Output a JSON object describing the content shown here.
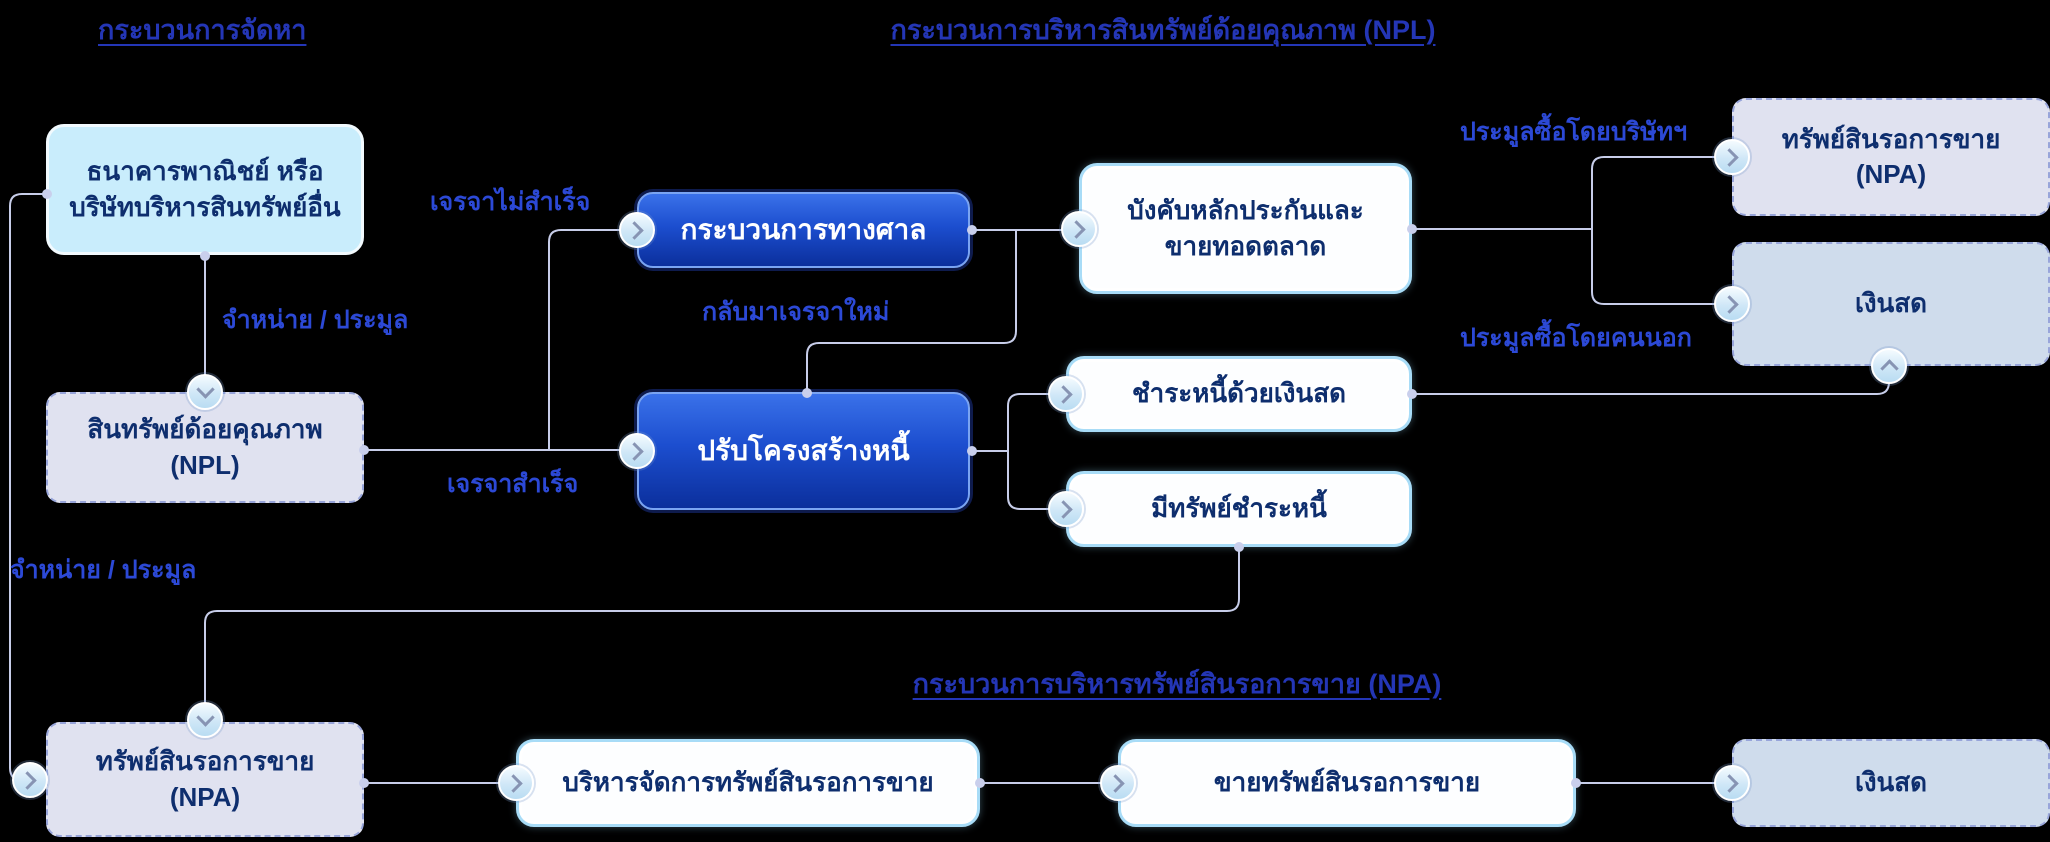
{
  "palette": {
    "background": "#000000",
    "heading_blue": "#2436b6",
    "label_blue": "#2c49d6",
    "dark_box_top": "#3a71e9",
    "dark_box_bottom": "#0b2f9c",
    "cyan_box": "#c9edfc",
    "lavender_box": "#e0e2f0",
    "bluegrey_box": "#cfdcec",
    "white_box_border": "#a8dcf7",
    "wire": "#c7cde9",
    "text_navy": "#0e2e6e"
  },
  "icons": {
    "chevron_right": "chevron-right",
    "chevron_down": "chevron-down",
    "chevron_up": "chevron-up",
    "junction_dot": "dot"
  },
  "headings": {
    "procurement": "กระบวนการจัดหา",
    "npl": "กระบวนการบริหารสินทรัพย์ด้อยคุณภาพ (NPL)",
    "npa": "กระบวนการบริหารทรัพย์สินรอการขาย (NPA)"
  },
  "nodes": {
    "bank": "ธนาคารพาณิชย์ หรือ\nบริษัทบริหารสินทรัพย์อื่น",
    "npl": "สินทรัพย์ด้อยคุณภาพ\n(NPL)",
    "court": "กระบวนการทางศาล",
    "restructure": "ปรับโครงสร้างหนี้",
    "foreclose": "บังคับหลักประกันและ\nขายทอดตลาด",
    "cash_settle": "ชำระหนี้ด้วยเงินสด",
    "asset_settle": "มีทรัพย์ชำระหนี้",
    "npa_top": "ทรัพย์สินรอการขาย\n(NPA)",
    "cash_right": "เงินสด",
    "npa_bottom": "ทรัพย์สินรอการขาย\n(NPA)",
    "manage_npa": "บริหารจัดการทรัพย์สินรอการขาย",
    "sell_npa": "ขายทรัพย์สินรอการขาย",
    "cash_bottom": "เงินสด"
  },
  "edge_labels": {
    "dispose_top": "จำหน่าย / ประมูล",
    "nego_fail": "เจรจาไม่สำเร็จ",
    "renegotiate": "กลับมาเจรจาใหม่",
    "nego_success": "เจรจาสำเร็จ",
    "auction_company": "ประมูลซื้อโดยบริษัทฯ",
    "auction_outsider": "ประมูลซื้อโดยคนนอก",
    "dispose_left": "จำหน่าย / ประมูล"
  }
}
